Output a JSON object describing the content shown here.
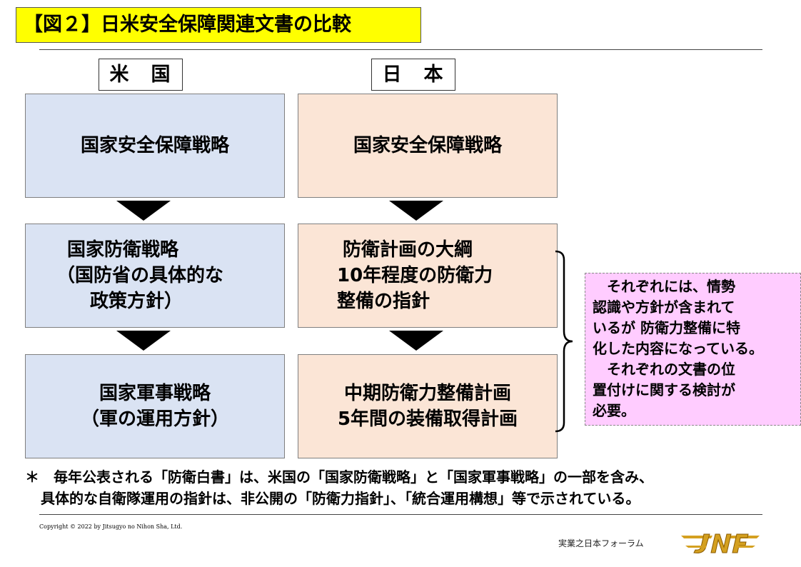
{
  "title": "【図２】日米安全保障関連文書の比較",
  "columns": {
    "us": "米　国",
    "japan": "日　本"
  },
  "us_boxes": [
    {
      "lines": [
        "国家安全保障戦略"
      ]
    },
    {
      "lines": [
        "国家防衛戦略",
        "（国防省の具体的な",
        "政策方針）"
      ]
    },
    {
      "lines": [
        "国家軍事戦略",
        "（軍の運用方針）"
      ]
    }
  ],
  "japan_boxes": [
    {
      "lines": [
        "国家安全保障戦略"
      ]
    },
    {
      "lines": [
        "防衛計画の大綱",
        "10年程度の防衛力",
        "整備の指針"
      ]
    },
    {
      "lines": [
        "中期防衛力整備計画",
        "5年間の装備取得計画"
      ]
    }
  ],
  "note": {
    "lines": [
      "　それぞれには、情勢",
      "認識や方針が含まれて",
      "いるが 防衛力整備に特",
      "化した内容になっている。",
      "　それぞれの文書の位",
      "置付けに関する検討が",
      "必要。"
    ]
  },
  "footnote": {
    "lines": [
      "＊　毎年公表される「防衛白書」は、米国の「国家防衛戦略」と「国家軍事戦略」の一部を含み、",
      "具体的な自衛隊運用の指針は、非公開の「防衛力指針」、「統合運用構想」等で示されている。"
    ]
  },
  "copyright": "Copyright © 2022 by Jitsugyo no Nihon Sha, Ltd.",
  "publisher": "実業之日本フォーラム",
  "logo_text": "JNF",
  "colors": {
    "title_bg": "#ffff00",
    "us_box": "#dae3f3",
    "japan_box": "#fbe5d6",
    "note_bg": "#ffccff",
    "logo": "#d4a020"
  }
}
